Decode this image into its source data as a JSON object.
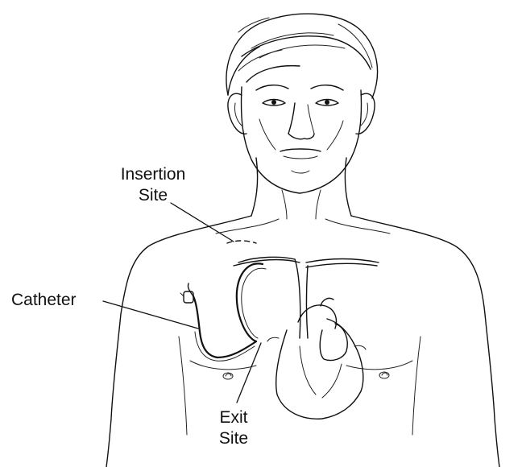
{
  "labels": {
    "insertion_line1": "Insertion",
    "insertion_line2": "Site",
    "catheter": "Catheter",
    "exit_line1": "Exit",
    "exit_line2": "Site"
  }
}
